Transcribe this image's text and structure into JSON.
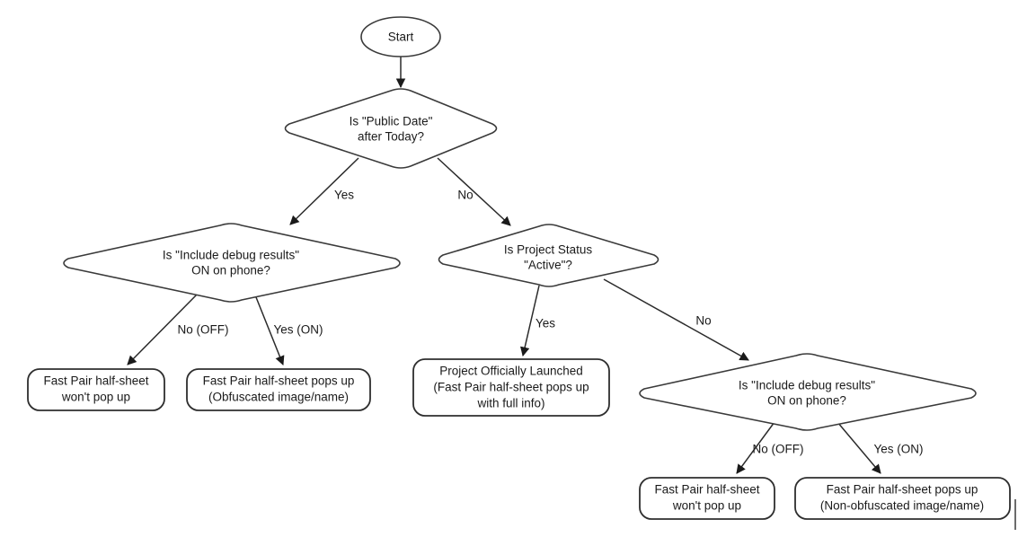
{
  "diagram": {
    "title": "Fast Pair Half-Sheet Decision Flowchart",
    "type": "flowchart",
    "background_color": "#ffffff",
    "stroke_color": "#2b2b2b",
    "text_color": "#1a1a1a"
  },
  "nodes": {
    "start": {
      "shape": "ellipse",
      "label": "Start",
      "lines": [
        "Start"
      ]
    },
    "decision_public_date": {
      "shape": "diamond",
      "lines": [
        "Is \"Public Date\"",
        "after Today?"
      ]
    },
    "decision_debug_left": {
      "shape": "diamond",
      "lines": [
        "Is \"Include debug results\"",
        "ON on phone?"
      ]
    },
    "decision_project_status": {
      "shape": "diamond",
      "lines": [
        "Is Project Status",
        "\"Active\"?"
      ]
    },
    "decision_debug_right": {
      "shape": "diamond",
      "lines": [
        "Is \"Include debug results\"",
        "ON on phone?"
      ]
    },
    "terminal_no_popup_left": {
      "shape": "rounded-rect",
      "lines": [
        "Fast Pair half-sheet",
        "won't pop up"
      ]
    },
    "terminal_obfuscated": {
      "shape": "rounded-rect",
      "lines": [
        "Fast Pair half-sheet pops up",
        "(Obfuscated image/name)"
      ]
    },
    "terminal_launched": {
      "shape": "rounded-rect",
      "lines": [
        "Project Officially Launched",
        "(Fast Pair half-sheet pops up",
        "with full info)"
      ]
    },
    "terminal_no_popup_right": {
      "shape": "rounded-rect",
      "lines": [
        "Fast Pair half-sheet",
        "won't pop up"
      ]
    },
    "terminal_non_obfuscated": {
      "shape": "rounded-rect",
      "lines": [
        "Fast Pair half-sheet pops up",
        "(Non-obfuscated image/name)"
      ]
    }
  },
  "edges": {
    "start_to_public_date": {
      "label": ""
    },
    "public_date_yes": {
      "label": "Yes"
    },
    "public_date_no": {
      "label": "No"
    },
    "debug_left_off": {
      "label": "No (OFF)"
    },
    "debug_left_on": {
      "label": "Yes (ON)"
    },
    "project_status_yes": {
      "label": "Yes"
    },
    "project_status_no": {
      "label": "No"
    },
    "debug_right_off": {
      "label": "No (OFF)"
    },
    "debug_right_on": {
      "label": "Yes (ON)"
    }
  }
}
